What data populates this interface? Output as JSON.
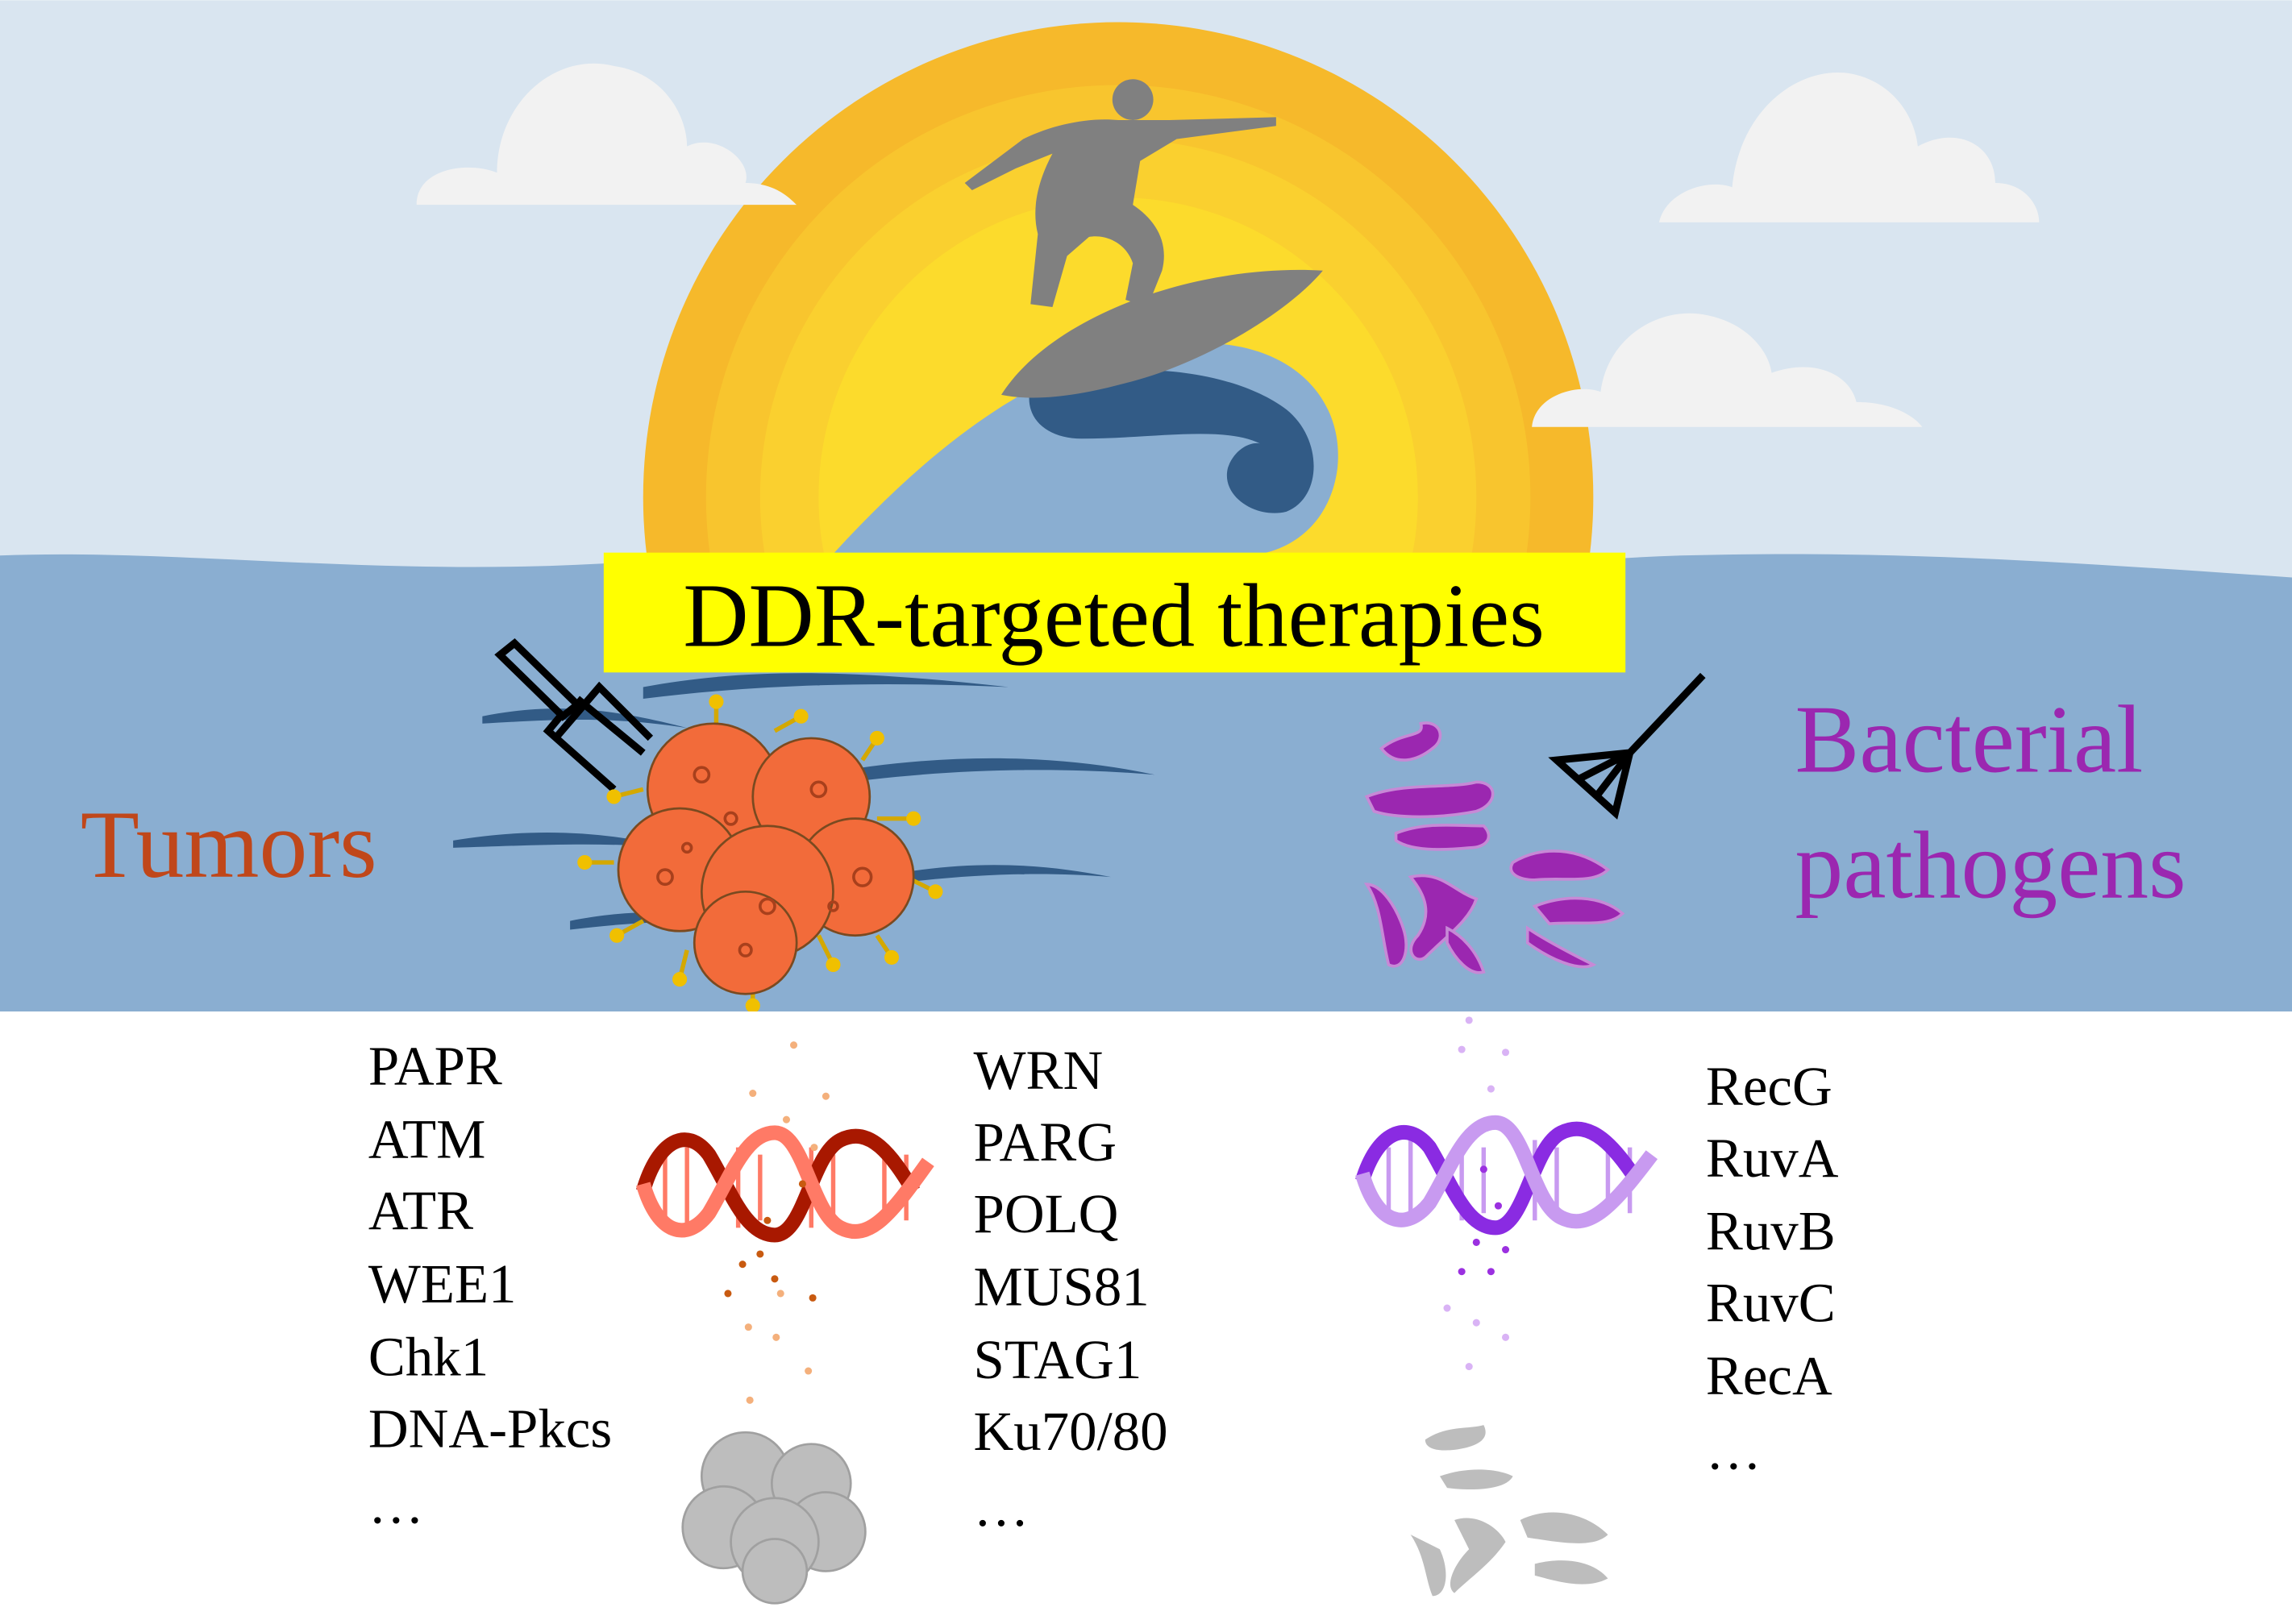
{
  "title": "DDR-targeted therapies",
  "left_label": "Tumors",
  "right_label": {
    "line1": "Bacterial",
    "line2": "pathogens"
  },
  "tumor_targets": [
    "PAPR",
    "ATM",
    "ATR",
    "WEE1",
    "Chk1",
    "DNA-Pkcs",
    "…"
  ],
  "tumor_targets_2": [
    "WRN",
    "PARG",
    "POLQ",
    "MUS81",
    "STAG1",
    "Ku70/80",
    "…"
  ],
  "bacterial_targets": [
    "RecG",
    "RuvA",
    "RuvB",
    "RuvC",
    "RecA",
    "…"
  ],
  "colors": {
    "sky": "#d9e5f0",
    "sea": "#8aaed1",
    "wave_dark": "#325b86",
    "sun": "#f6b92b",
    "title_bg": "#ffff00",
    "tumor": "#c0471a",
    "bacteria": "#9b27b0"
  }
}
